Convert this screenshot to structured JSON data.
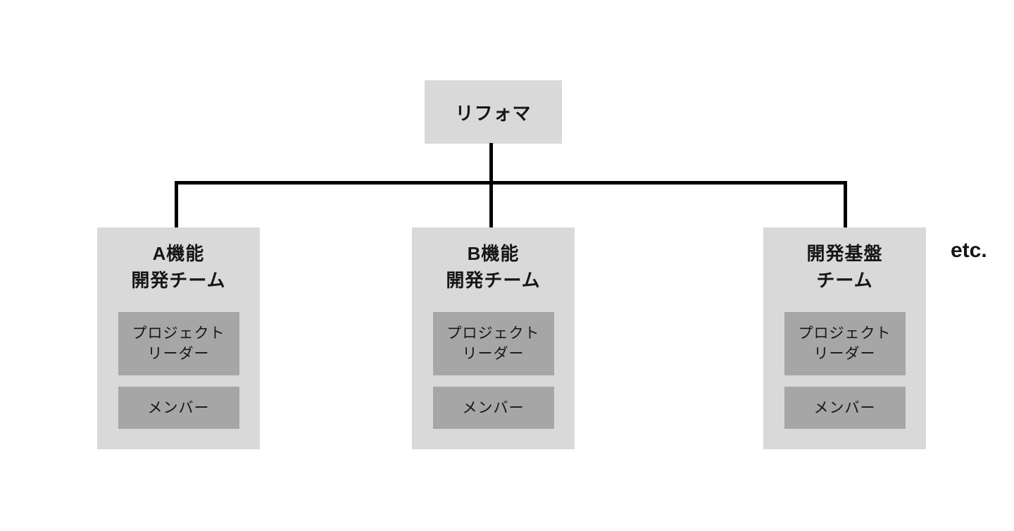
{
  "diagram": {
    "root": {
      "label": "リフォマ"
    },
    "teams": [
      {
        "title_lines": [
          "A機能",
          "開発チーム"
        ],
        "roles": [
          {
            "lines": [
              "プロジェクト",
              "リーダー"
            ]
          },
          {
            "lines": [
              "メンバー"
            ]
          }
        ]
      },
      {
        "title_lines": [
          "B機能",
          "開発チーム"
        ],
        "roles": [
          {
            "lines": [
              "プロジェクト",
              "リーダー"
            ]
          },
          {
            "lines": [
              "メンバー"
            ]
          }
        ]
      },
      {
        "title_lines": [
          "開発基盤",
          "チーム"
        ],
        "roles": [
          {
            "lines": [
              "プロジェクト",
              "リーダー"
            ]
          },
          {
            "lines": [
              "メンバー"
            ]
          }
        ]
      }
    ],
    "etc_label": "etc.",
    "colors": {
      "background": "#ffffff",
      "node_fill": "#d9d9d9",
      "role_fill": "#a6a6a6",
      "connector": "#000000",
      "text": "#161616"
    }
  }
}
